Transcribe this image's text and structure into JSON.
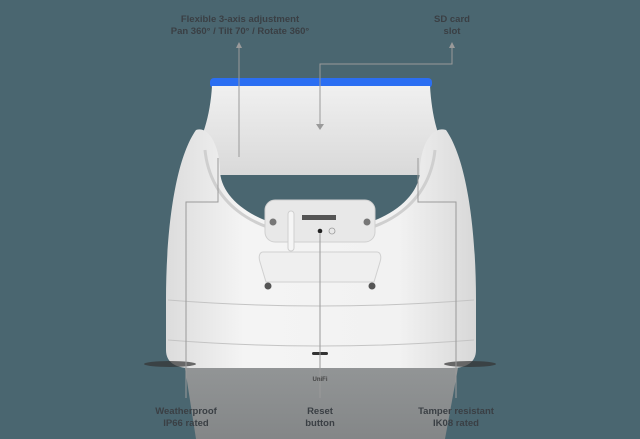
{
  "callouts": {
    "adjustment": {
      "line1": "Flexible 3-axis adjustment",
      "line2": "Pan 360° / Tilt 70° / Rotate 360°"
    },
    "sd_card": {
      "line1": "SD card",
      "line2": "slot"
    },
    "weatherproof": {
      "line1": "Weatherproof",
      "line2": "IP66 rated"
    },
    "reset": {
      "line1": "Reset",
      "line2": "button"
    },
    "tamper": {
      "line1": "Tamper resistant",
      "line2": "IK08 rated"
    }
  },
  "device": {
    "bottom_marking": "UniFi",
    "accent_color": "#2b6ef2",
    "body_color": "#ececec"
  },
  "colors": {
    "background": "#4a6670",
    "leader_line": "#9a9a9a",
    "label_text": "#3a3f44"
  }
}
